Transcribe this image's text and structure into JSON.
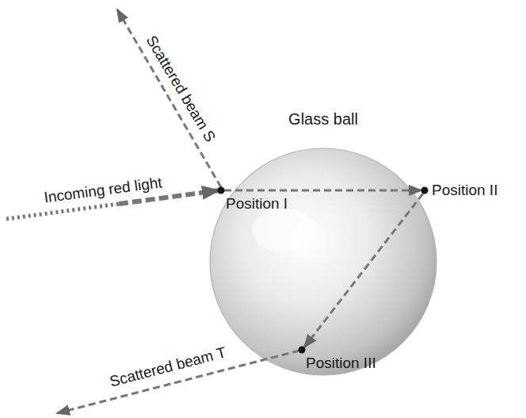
{
  "diagram": {
    "nodes": [
      {
        "text": [
          "Glass ball"
        ]
      }
    ],
    "labels": [
      "Scattered beam S",
      "Incoming red light",
      "Position I",
      "Position II",
      "Position III",
      "Scattered beam T"
    ]
  }
}
